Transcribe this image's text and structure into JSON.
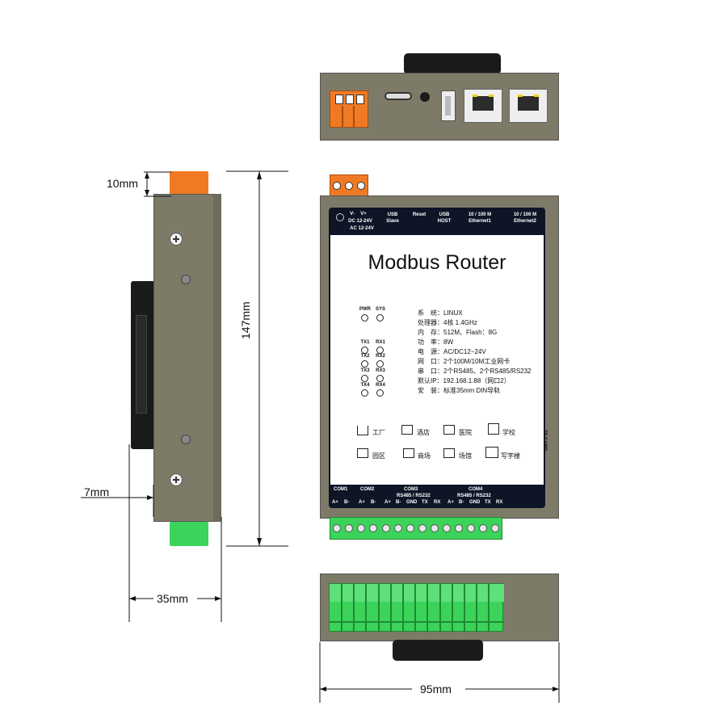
{
  "dimensions": {
    "top_connector": "10mm",
    "height": "147mm",
    "din_offset": "7mm",
    "depth": "35mm",
    "width": "95mm"
  },
  "front": {
    "title": "Modbus Router",
    "top_labels": {
      "power_v_minus": "V-",
      "power_v_plus": "V+",
      "power_dc": "DC 12-24V",
      "power_ac": "AC 12-24V",
      "usb_slave_1": "USB",
      "usb_slave_2": "Slave",
      "reset": "Reset",
      "usb_host_1": "USB",
      "usb_host_2": "HOST",
      "eth1_1": "10 / 100 M",
      "eth1_2": "Ethernet1",
      "eth2_1": "10 / 100 M",
      "eth2_2": "Ethernet2"
    },
    "leds": {
      "pwr": "PWR",
      "sys": "SYS",
      "tx1": "TX1",
      "rx1": "RX1",
      "tx2": "TX2",
      "rx2": "RX2",
      "tx3": "TX3",
      "rx3": "RX3",
      "tx4": "TX4",
      "rx4": "RX4"
    },
    "specs": [
      "系　统：LINUX",
      "处理器：4核 1.4GHz",
      "内　存：512M、Flash：8G",
      "功　率：8W",
      "电　源：AC/DC12~24V",
      "网　口：2个100M/10M工业网卡",
      "串　口：2个RS485、2个RS485/RS232",
      "默认IP：192.168.1.88（网口2）",
      "安　装：标准35mm DIN导轨"
    ],
    "categories": [
      "工厂",
      "酒店",
      "医院",
      "学校",
      "园区",
      "商场",
      "场馆",
      "写字楼"
    ],
    "tf_card": "TF CARD",
    "bottom": {
      "com1": "COM1",
      "com2": "COM2",
      "com3": "COM3",
      "com4": "COM4",
      "rs_3": "RS485 / RS232",
      "rs_4": "RS485 / RS232",
      "pins": [
        "A+",
        "B-",
        "A+",
        "B-",
        "A+",
        "B-",
        "GND",
        "TX",
        "RX",
        "A+",
        "B-",
        "GND",
        "TX",
        "RX"
      ]
    }
  },
  "colors": {
    "housing": "#7d7b68",
    "panel": "#0d1526",
    "orange_terminal": "#f07a24",
    "green_terminal": "#3bd35a",
    "din_rail": "#1a1a1a"
  }
}
